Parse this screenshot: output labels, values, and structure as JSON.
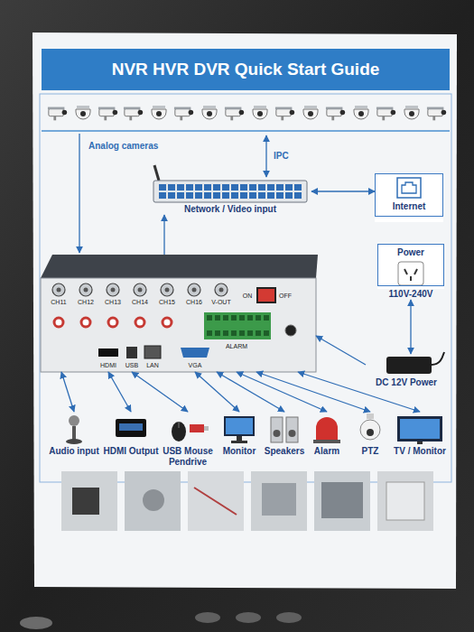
{
  "diagram": {
    "title": "NVR HVR DVR Quick Start Guide",
    "nodes": [
      {
        "text": [
          "Network / Video input"
        ]
      },
      {
        "text": [
          "Internet"
        ]
      },
      {
        "text": [
          "Power",
          "110V-240V"
        ]
      },
      {
        "text": [
          "CH11",
          "CH12",
          "CH13",
          "CH14",
          "CH15",
          "CH16",
          "V-OUT",
          "ON",
          "OFF",
          "HDMI",
          "USB",
          "LAN",
          "VGA",
          "ALARM"
        ]
      },
      {
        "text": [
          "DC 12V Power"
        ]
      },
      {
        "text": [
          "Audio input"
        ]
      },
      {
        "text": [
          "HDMI Output"
        ]
      },
      {
        "text": [
          "USB Mouse",
          "Pendrive"
        ]
      },
      {
        "text": [
          "Monitor"
        ]
      },
      {
        "text": [
          "Speakers"
        ]
      },
      {
        "text": [
          "Alarm"
        ]
      },
      {
        "text": [
          "PTZ"
        ]
      },
      {
        "text": [
          "TV / Monitor"
        ]
      }
    ],
    "edges": [
      {
        "from": 0,
        "to": 1,
        "arrow": "both"
      },
      {
        "from": 3,
        "to": 0,
        "arrow": "to"
      },
      {
        "from": 2,
        "to": 4,
        "arrow": "both"
      },
      {
        "from": 4,
        "to": 3,
        "arrow": "to"
      },
      {
        "from": 3,
        "to": 5,
        "arrow": "both"
      },
      {
        "from": 3,
        "to": 6,
        "arrow": "both"
      },
      {
        "from": 3,
        "to": 7,
        "arrow": "both"
      },
      {
        "from": 3,
        "to": 8,
        "arrow": "both"
      },
      {
        "from": 3,
        "to": 9,
        "arrow": "both"
      },
      {
        "from": 3,
        "to": 10,
        "arrow": "both"
      },
      {
        "from": 3,
        "to": 11,
        "arrow": "both"
      },
      {
        "from": 3,
        "to": 12,
        "arrow": "both"
      }
    ],
    "labels": [
      "Analog cameras",
      "IPC"
    ]
  }
}
